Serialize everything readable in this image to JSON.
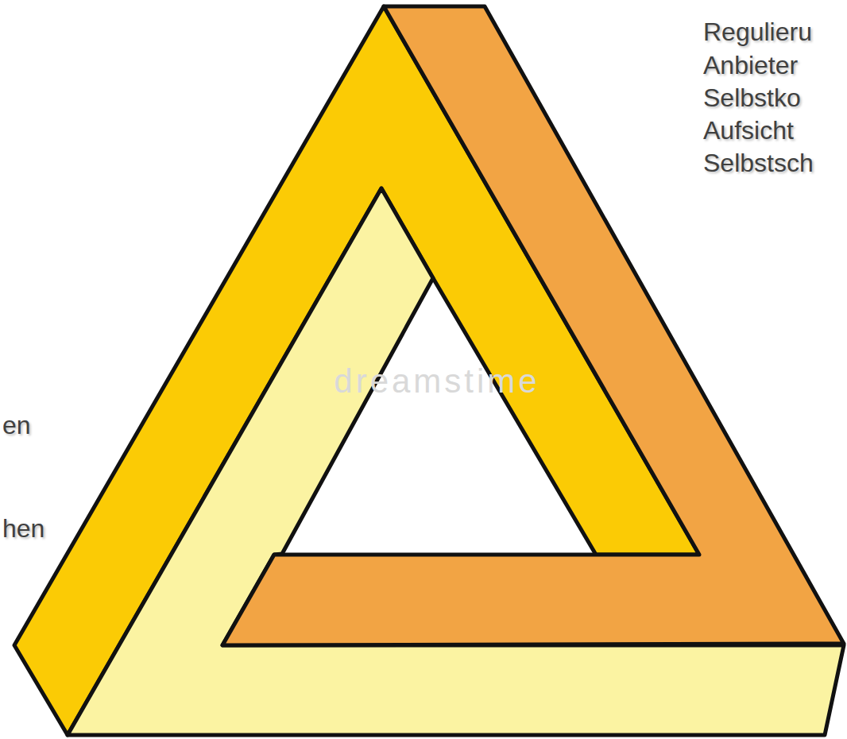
{
  "diagram": {
    "labels": [
      "Regulieru",
      "Anbieter",
      "Selbstko",
      "Aufsicht",
      "Selbstsch",
      "en",
      "hen",
      "dreamstime"
    ]
  }
}
